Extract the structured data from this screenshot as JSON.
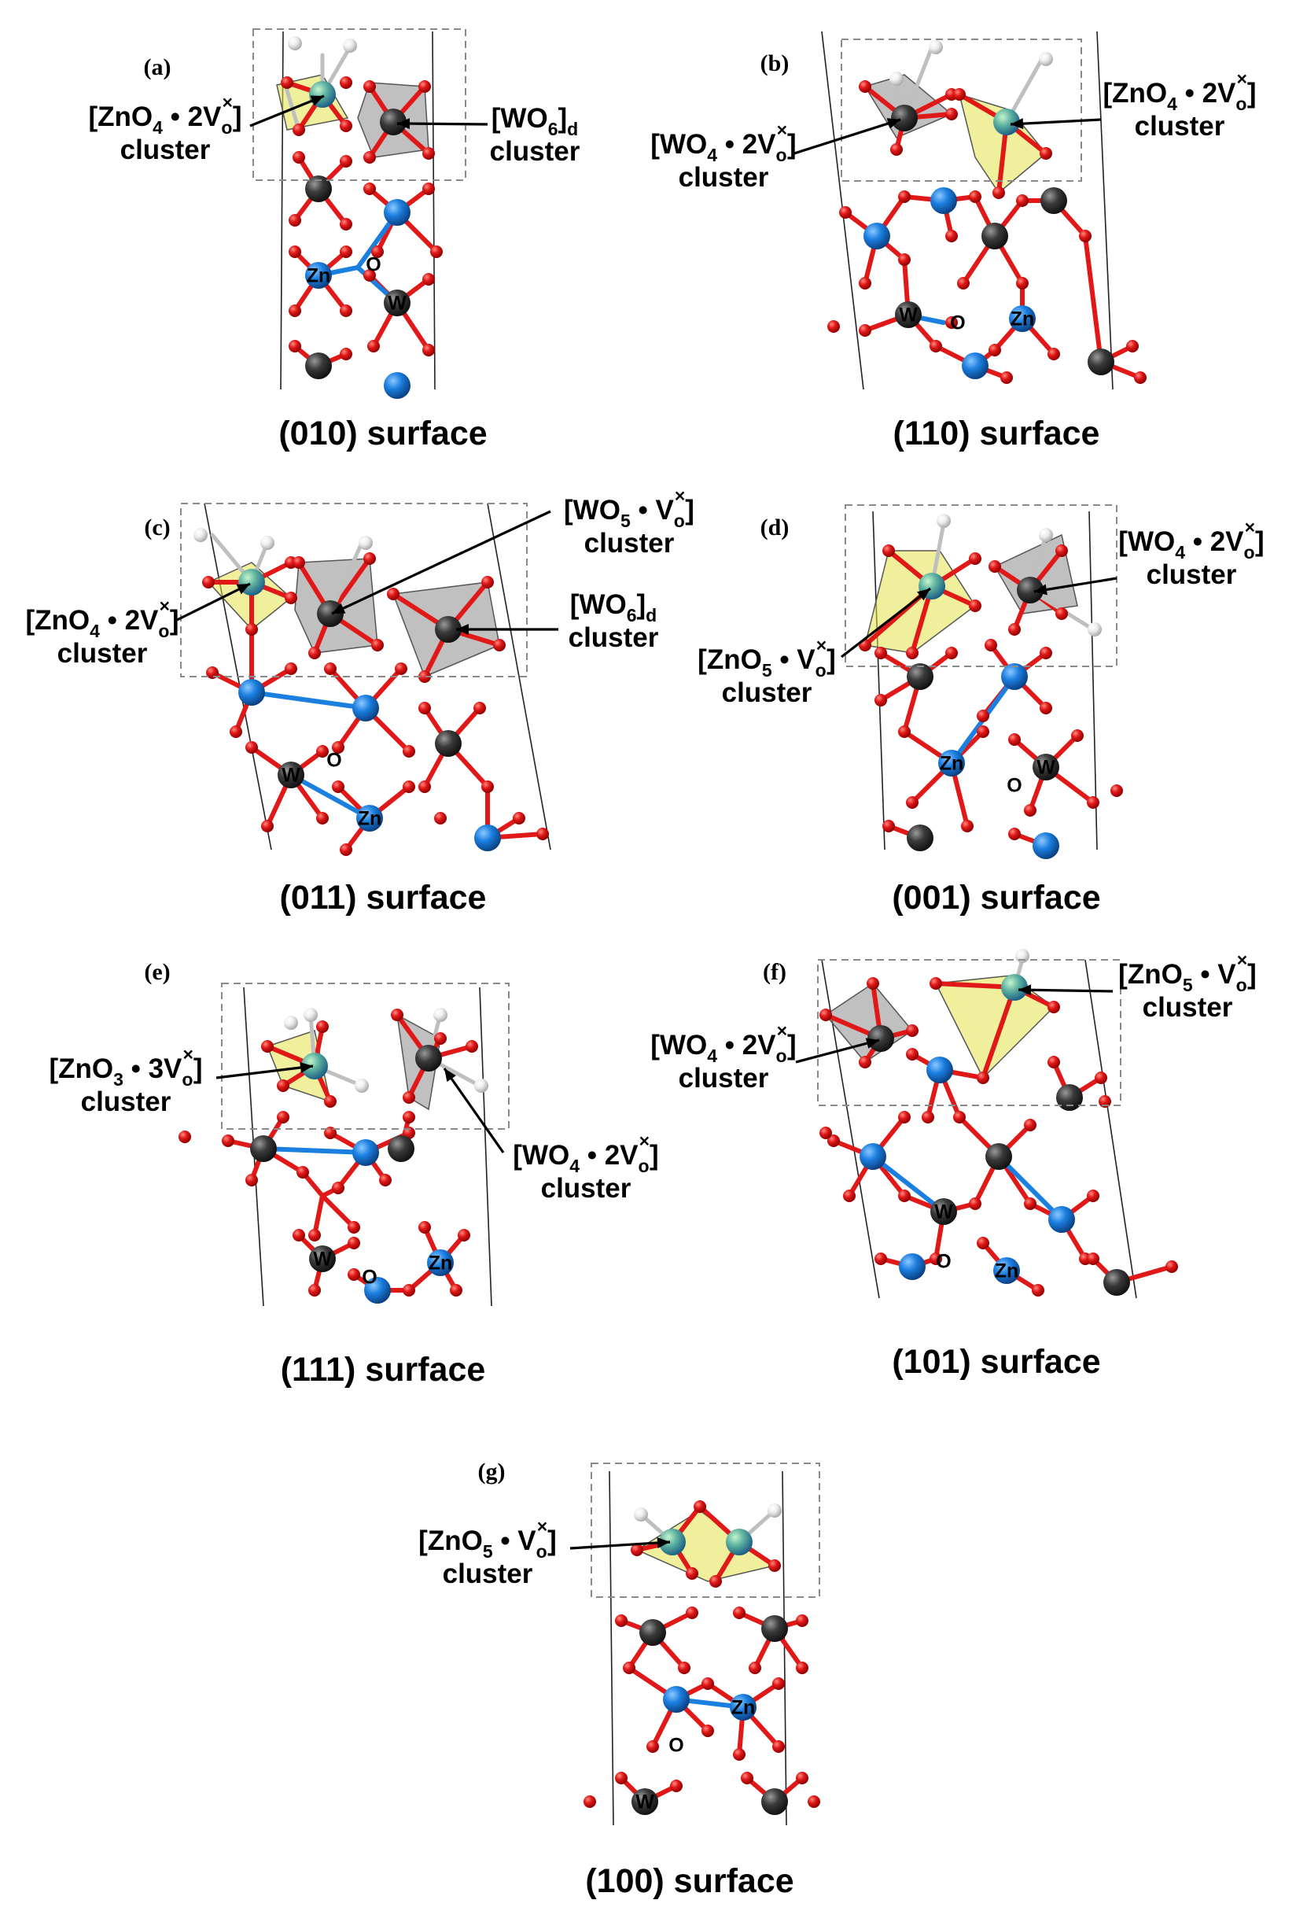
{
  "colors": {
    "oxygen": "#e01818",
    "zinc": "#1b7fe0",
    "tungsten": "#3a3a3a",
    "hydrogen": "#eeeeee",
    "zn_polyhedron": "#e4e24a",
    "w_polyhedron": "#8c8c8c",
    "box": "#8a8a8a"
  },
  "atom_labels": {
    "zn": "Zn",
    "w": "W",
    "o": "O"
  },
  "panels": [
    {
      "letter": "(a)",
      "surface": "(010) surface",
      "labels": [
        {
          "main": "[ZnO",
          "sub": "4",
          "mid": " • 2V",
          "sub2": "o",
          "sup": "×",
          "end": "]",
          "line2": "cluster"
        },
        {
          "main": "[WO",
          "sub": "6",
          "mid": "]",
          "sub2": "d",
          "sup": "",
          "end": "",
          "line2": "cluster"
        }
      ]
    },
    {
      "letter": "(b)",
      "surface": "(110) surface",
      "labels": [
        {
          "main": "[WO",
          "sub": "4",
          "mid": " • 2V",
          "sub2": "o",
          "sup": "×",
          "end": "]",
          "line2": "cluster"
        },
        {
          "main": "[ZnO",
          "sub": "4",
          "mid": " • 2V",
          "sub2": "o",
          "sup": "×",
          "end": "]",
          "line2": "cluster"
        }
      ]
    },
    {
      "letter": "(c)",
      "surface": "(011) surface",
      "labels": [
        {
          "main": "[ZnO",
          "sub": "4",
          "mid": " • 2V",
          "sub2": "o",
          "sup": "×",
          "end": "]",
          "line2": "cluster"
        },
        {
          "main": "[WO",
          "sub": "5",
          "mid": " • V",
          "sub2": "o",
          "sup": "×",
          "end": "]",
          "line2": "cluster"
        },
        {
          "main": "[WO",
          "sub": "6",
          "mid": "]",
          "sub2": "d",
          "sup": "",
          "end": "",
          "line2": "cluster"
        }
      ]
    },
    {
      "letter": "(d)",
      "surface": "(001) surface",
      "labels": [
        {
          "main": "[ZnO",
          "sub": "5",
          "mid": " • V",
          "sub2": "o",
          "sup": "×",
          "end": "]",
          "line2": "cluster"
        },
        {
          "main": "[WO",
          "sub": "4",
          "mid": " • 2V",
          "sub2": "o",
          "sup": "×",
          "end": "]",
          "line2": "cluster"
        }
      ]
    },
    {
      "letter": "(e)",
      "surface": "(111) surface",
      "labels": [
        {
          "main": "[ZnO",
          "sub": "3",
          "mid": " • 3V",
          "sub2": "o",
          "sup": "×",
          "end": "]",
          "line2": "cluster"
        },
        {
          "main": "[WO",
          "sub": "4",
          "mid": " • 2V",
          "sub2": "o",
          "sup": "×",
          "end": "]",
          "line2": "cluster"
        }
      ]
    },
    {
      "letter": "(f)",
      "surface": "(101) surface",
      "labels": [
        {
          "main": "[WO",
          "sub": "4",
          "mid": " • 2V",
          "sub2": "o",
          "sup": "×",
          "end": "]",
          "line2": "cluster"
        },
        {
          "main": "[ZnO",
          "sub": "5",
          "mid": " • V",
          "sub2": "o",
          "sup": "×",
          "end": "]",
          "line2": "cluster"
        }
      ]
    },
    {
      "letter": "(g)",
      "surface": "(100) surface",
      "labels": [
        {
          "main": "[ZnO",
          "sub": "5",
          "mid": " • V",
          "sub2": "o",
          "sup": "×",
          "end": "]",
          "line2": "cluster"
        }
      ]
    }
  ]
}
